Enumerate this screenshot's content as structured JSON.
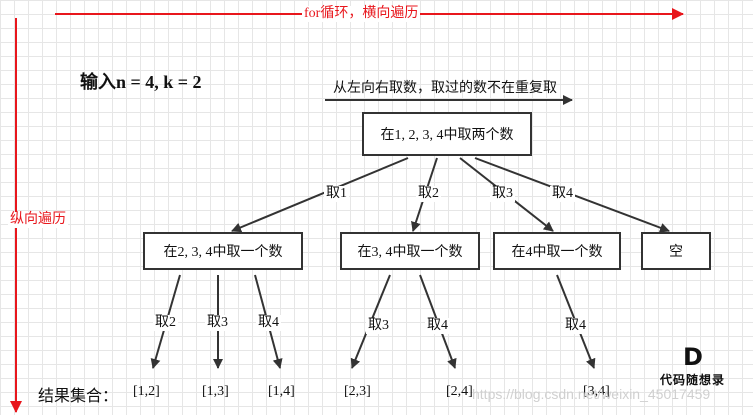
{
  "header": {
    "horizontal_label": "for循环，横向遍历",
    "vertical_label": "纵向遍历"
  },
  "input_label": "输入n = 4, k = 2",
  "direction_label": "从左向右取数，取过的数不在重复取",
  "root": {
    "label": "在1, 2, 3, 4中取两个数"
  },
  "level1": [
    {
      "edge": "取1",
      "label": "在2, 3, 4中取一个数"
    },
    {
      "edge": "取2",
      "label": "在3, 4中取一个数"
    },
    {
      "edge": "取3",
      "label": "在4中取一个数"
    },
    {
      "edge": "取4",
      "label": "空"
    }
  ],
  "level2_edges": [
    "取2",
    "取3",
    "取4",
    "取3",
    "取4",
    "取4"
  ],
  "results_label": "结果集合：",
  "results": [
    "[1,2]",
    "[1,3]",
    "[1,4]",
    "[2,3]",
    "[2,4]",
    "[3,4]"
  ],
  "logo": {
    "letter": "D",
    "text": "代码随想录"
  },
  "watermark": "https://blog.csdn.net/weixin_45017459",
  "colors": {
    "accent": "#e8161c",
    "line": "#333333"
  }
}
